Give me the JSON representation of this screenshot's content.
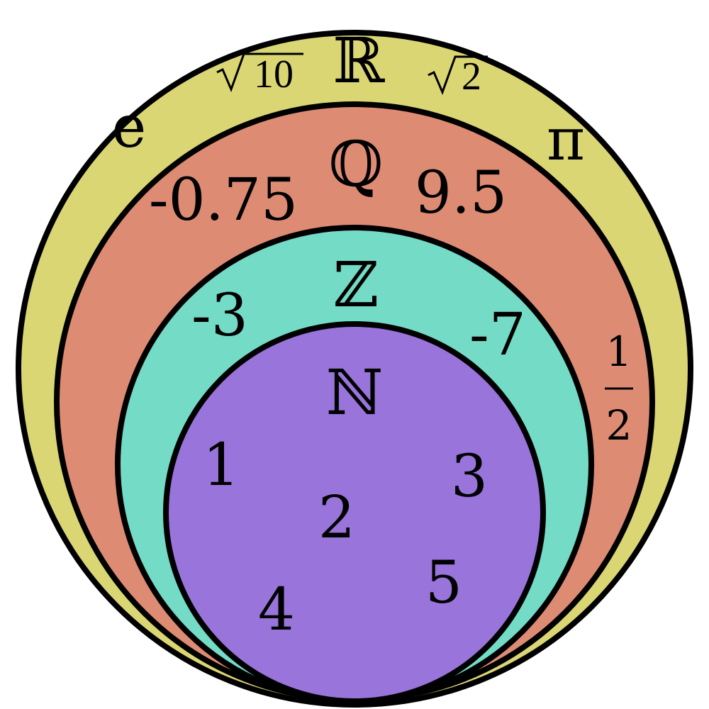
{
  "sets": [
    {
      "key": "reals",
      "symbol": "ℝ",
      "fill": "#dbd674"
    },
    {
      "key": "rationals",
      "symbol": "ℚ",
      "fill": "#de8b74"
    },
    {
      "key": "integers",
      "symbol": "ℤ",
      "fill": "#73dbc6"
    },
    {
      "key": "naturals",
      "symbol": "ℕ",
      "fill": "#9874db"
    }
  ],
  "reals_members": {
    "e": "e",
    "sqrt10": "10",
    "sqrt2": "2",
    "pi": "π"
  },
  "rationals_members": {
    "neg_075": "-0.75",
    "n95": "9.5",
    "half_num": "1",
    "half_den": "2"
  },
  "integers_members": {
    "neg3": "-3",
    "neg7": "-7"
  },
  "naturals_members": {
    "one": "1",
    "two": "2",
    "three": "3",
    "four": "4",
    "five": "5"
  }
}
